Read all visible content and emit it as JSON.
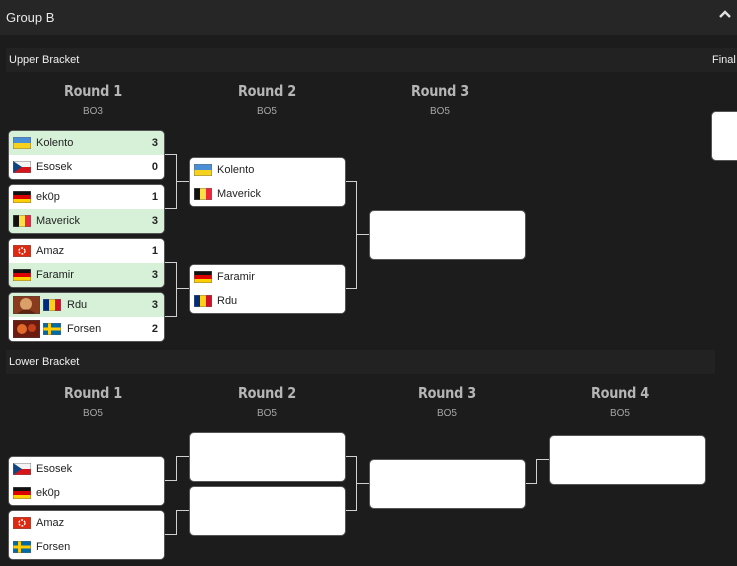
{
  "header": {
    "group_title": "Group B"
  },
  "upper": {
    "title": "Upper Bracket",
    "final_label": "Final",
    "rounds": [
      {
        "name": "Round 1",
        "format": "BO3"
      },
      {
        "name": "Round 2",
        "format": "BO5"
      },
      {
        "name": "Round 3",
        "format": "BO5"
      }
    ],
    "r1": [
      {
        "p1": "Kolento",
        "s1": "3",
        "p2": "Esosek",
        "s2": "0"
      },
      {
        "p1": "ek0p",
        "s1": "1",
        "p2": "Maverick",
        "s2": "3"
      },
      {
        "p1": "Amaz",
        "s1": "1",
        "p2": "Faramir",
        "s2": "3"
      },
      {
        "p1": "Rdu",
        "s1": "3",
        "p2": "Forsen",
        "s2": "2"
      }
    ],
    "r2": [
      {
        "p1": "Kolento",
        "p2": "Maverick"
      },
      {
        "p1": "Faramir",
        "p2": "Rdu"
      }
    ]
  },
  "lower": {
    "title": "Lower Bracket",
    "rounds": [
      {
        "name": "Round 1",
        "format": "BO5"
      },
      {
        "name": "Round 2",
        "format": "BO5"
      },
      {
        "name": "Round 3",
        "format": "BO5"
      },
      {
        "name": "Round 4",
        "format": "BO5"
      }
    ],
    "r1": [
      {
        "p1": "Esosek",
        "p2": "ek0p"
      },
      {
        "p1": "Amaz",
        "p2": "Forsen"
      }
    ]
  },
  "colors": {
    "background": "#1c1c1c",
    "win_highlight": "#d6f1d8",
    "connector": "#d0d0d0"
  },
  "icons": {
    "collapse": "chevron-up-icon",
    "flags": [
      "ukraine-flag-icon",
      "czech-flag-icon",
      "germany-flag-icon",
      "belgium-flag-icon",
      "hong-kong-flag-icon",
      "romania-flag-icon",
      "sweden-flag-icon"
    ]
  }
}
